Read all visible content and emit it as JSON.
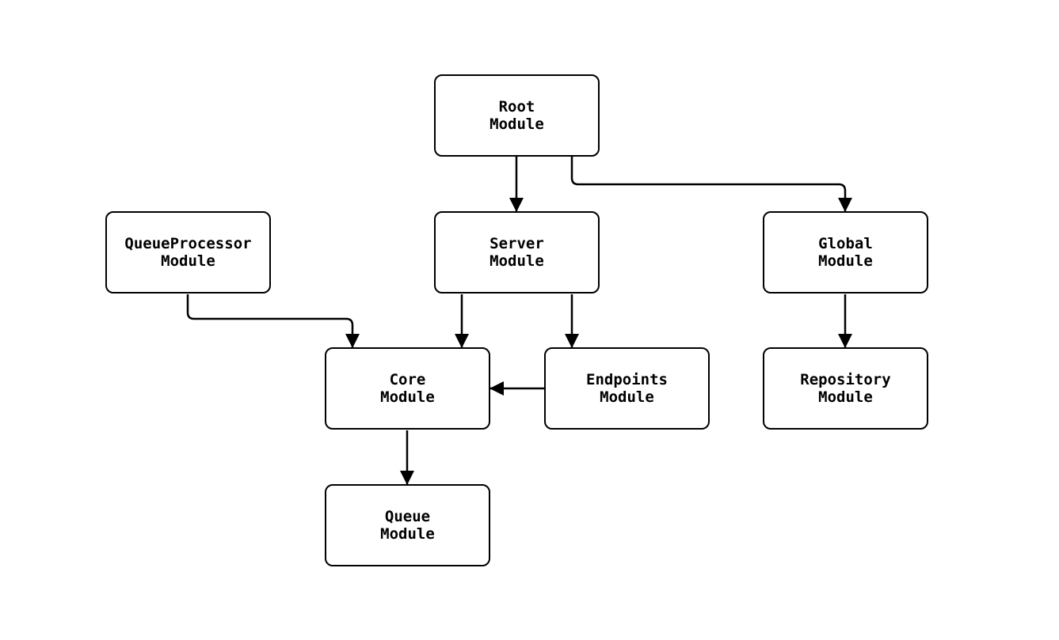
{
  "diagram": {
    "background_color": "#ffffff",
    "stroke_color": "#000000",
    "nodes": {
      "root": {
        "line1": "Root",
        "line2": "Module"
      },
      "queueprocessor": {
        "line1": "QueueProcessor",
        "line2": "Module"
      },
      "server": {
        "line1": "Server",
        "line2": "Module"
      },
      "global": {
        "line1": "Global",
        "line2": "Module"
      },
      "core": {
        "line1": "Core",
        "line2": "Module"
      },
      "endpoints": {
        "line1": "Endpoints",
        "line2": "Module"
      },
      "repository": {
        "line1": "Repository",
        "line2": "Module"
      },
      "queue": {
        "line1": "Queue",
        "line2": "Module"
      }
    },
    "edges": [
      {
        "from": "Root Module",
        "to": "Server Module"
      },
      {
        "from": "Root Module",
        "to": "Global Module"
      },
      {
        "from": "QueueProcessor Module",
        "to": "Core Module"
      },
      {
        "from": "Server Module",
        "to": "Core Module"
      },
      {
        "from": "Server Module",
        "to": "Endpoints Module"
      },
      {
        "from": "Endpoints Module",
        "to": "Core Module"
      },
      {
        "from": "Global Module",
        "to": "Repository Module"
      },
      {
        "from": "Core Module",
        "to": "Queue Module"
      }
    ]
  }
}
